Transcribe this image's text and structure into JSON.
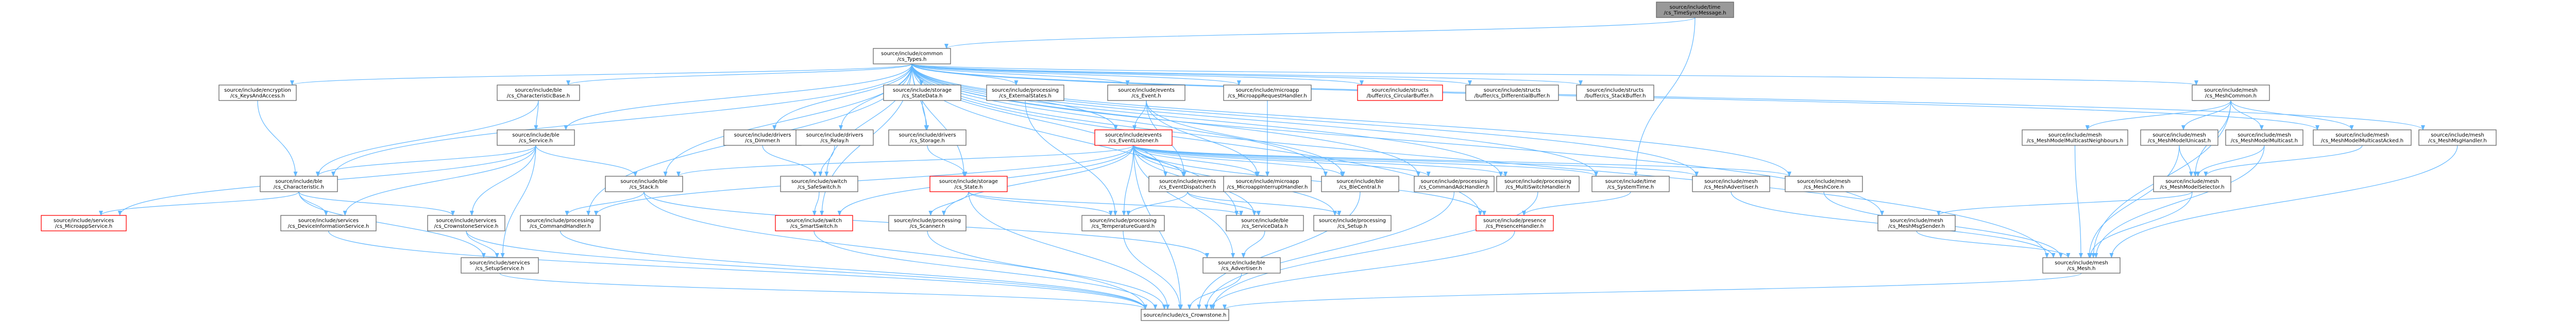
{
  "title": "",
  "colors": {
    "edge": "#63b8ff",
    "border": "#666666",
    "root_fill": "#999999",
    "highlight_border": "#ff0000"
  },
  "nodes": [
    {
      "id": "root",
      "lines": [
        "source/include/time",
        "/cs_TimeSyncMessage.h"
      ],
      "style": "root"
    },
    {
      "id": "types",
      "lines": [
        "source/include/common",
        "/cs_Types.h"
      ]
    },
    {
      "id": "keys",
      "lines": [
        "source/include/encryption",
        "/cs_KeysAndAccess.h"
      ]
    },
    {
      "id": "charbase",
      "lines": [
        "source/include/ble",
        "/cs_CharacteristicBase.h"
      ]
    },
    {
      "id": "statedata",
      "lines": [
        "source/include/storage",
        "/cs_StateData.h"
      ]
    },
    {
      "id": "extstates",
      "lines": [
        "source/include/processing",
        "/cs_ExternalStates.h"
      ]
    },
    {
      "id": "event",
      "lines": [
        "source/include/events",
        "/cs_Event.h"
      ]
    },
    {
      "id": "microreq",
      "lines": [
        "source/include/microapp",
        "/cs_MicroappRequestHandler.h"
      ]
    },
    {
      "id": "circbuf",
      "lines": [
        "source/include/structs",
        "/buffer/cs_CircularBuffer.h"
      ],
      "style": "red"
    },
    {
      "id": "diffbuf",
      "lines": [
        "source/include/structs",
        "/buffer/cs_DifferentialBuffer.h"
      ]
    },
    {
      "id": "stackbuf",
      "lines": [
        "source/include/structs",
        "/buffer/cs_StackBuffer.h"
      ]
    },
    {
      "id": "meshcommon",
      "lines": [
        "source/include/mesh",
        "/cs_MeshCommon.h"
      ]
    },
    {
      "id": "service",
      "lines": [
        "source/include/ble",
        "/cs_Service.h"
      ]
    },
    {
      "id": "dimmer",
      "lines": [
        "source/include/drivers",
        "/cs_Dimmer.h"
      ]
    },
    {
      "id": "relay",
      "lines": [
        "source/include/drivers",
        "/cs_Relay.h"
      ]
    },
    {
      "id": "storage",
      "lines": [
        "source/include/drivers",
        "/cs_Storage.h"
      ]
    },
    {
      "id": "listener",
      "lines": [
        "source/include/events",
        "/cs_EventListener.h"
      ],
      "style": "red"
    },
    {
      "id": "mcneigh",
      "lines": [
        "source/include/mesh",
        "/cs_MeshModelMulticastNeighbours.h"
      ]
    },
    {
      "id": "unicast",
      "lines": [
        "source/include/mesh",
        "/cs_MeshModelUnicast.h"
      ]
    },
    {
      "id": "multicast",
      "lines": [
        "source/include/mesh",
        "/cs_MeshModelMulticast.h"
      ]
    },
    {
      "id": "mcacked",
      "lines": [
        "source/include/mesh",
        "/cs_MeshModelMulticastAcked.h"
      ]
    },
    {
      "id": "msghandler",
      "lines": [
        "source/include/mesh",
        "/cs_MeshMsgHandler.h"
      ]
    },
    {
      "id": "characteristic",
      "lines": [
        "source/include/ble",
        "/cs_Characteristic.h"
      ]
    },
    {
      "id": "stack",
      "lines": [
        "source/include/ble",
        "/cs_Stack.h"
      ]
    },
    {
      "id": "safeswitch",
      "lines": [
        "source/include/switch",
        "/cs_SafeSwitch.h"
      ]
    },
    {
      "id": "state",
      "lines": [
        "source/include/storage",
        "/cs_State.h"
      ],
      "style": "red"
    },
    {
      "id": "dispatcher",
      "lines": [
        "source/include/events",
        "/cs_EventDispatcher.h"
      ]
    },
    {
      "id": "microint",
      "lines": [
        "source/include/microapp",
        "/cs_MicroappInterruptHandler.h"
      ]
    },
    {
      "id": "blecentral",
      "lines": [
        "source/include/ble",
        "/cs_BleCentral.h"
      ]
    },
    {
      "id": "cmdadc",
      "lines": [
        "source/include/processing",
        "/cs_CommandAdcHandler.h"
      ]
    },
    {
      "id": "multiswitch",
      "lines": [
        "source/include/processing",
        "/cs_MultiSwitchHandler.h"
      ]
    },
    {
      "id": "systime",
      "lines": [
        "source/include/time",
        "/cs_SystemTime.h"
      ]
    },
    {
      "id": "advertiser_mesh",
      "lines": [
        "source/include/mesh",
        "/cs_MeshAdvertiser.h"
      ]
    },
    {
      "id": "meshcore",
      "lines": [
        "source/include/mesh",
        "/cs_MeshCore.h"
      ]
    },
    {
      "id": "selector",
      "lines": [
        "source/include/mesh",
        "/cs_MeshModelSelector.h"
      ]
    },
    {
      "id": "microsvc",
      "lines": [
        "source/include/services",
        "/cs_MicroappService.h"
      ],
      "style": "red"
    },
    {
      "id": "devinfo",
      "lines": [
        "source/include/services",
        "/cs_DeviceInformationService.h"
      ]
    },
    {
      "id": "crownsvc",
      "lines": [
        "source/include/services",
        "/cs_CrownstoneService.h"
      ]
    },
    {
      "id": "cmdhandler",
      "lines": [
        "source/include/processing",
        "/cs_CommandHandler.h"
      ]
    },
    {
      "id": "smartswitch",
      "lines": [
        "source/include/switch",
        "/cs_SmartSwitch.h"
      ],
      "style": "red"
    },
    {
      "id": "scanner",
      "lines": [
        "source/include/processing",
        "/cs_Scanner.h"
      ]
    },
    {
      "id": "tempguard",
      "lines": [
        "source/include/processing",
        "/cs_TemperatureGuard.h"
      ]
    },
    {
      "id": "servicedata",
      "lines": [
        "source/include/ble",
        "/cs_ServiceData.h"
      ]
    },
    {
      "id": "setup",
      "lines": [
        "source/include/processing",
        "/cs_Setup.h"
      ]
    },
    {
      "id": "presence",
      "lines": [
        "source/include/presence",
        "/cs_PresenceHandler.h"
      ],
      "style": "red"
    },
    {
      "id": "msgsender",
      "lines": [
        "source/include/mesh",
        "/cs_MeshMsgSender.h"
      ]
    },
    {
      "id": "setupsvc",
      "lines": [
        "source/include/services",
        "/cs_SetupService.h"
      ]
    },
    {
      "id": "advertiser",
      "lines": [
        "source/include/ble",
        "/cs_Advertiser.h"
      ]
    },
    {
      "id": "mesh",
      "lines": [
        "source/include/mesh",
        "/cs_Mesh.h"
      ]
    },
    {
      "id": "crownstone",
      "lines": [
        "source/include/cs_Crownstone.h"
      ]
    }
  ],
  "edges": [
    [
      "root",
      "types"
    ],
    [
      "root",
      "systime"
    ],
    [
      "types",
      "keys"
    ],
    [
      "types",
      "charbase"
    ],
    [
      "types",
      "statedata"
    ],
    [
      "types",
      "extstates"
    ],
    [
      "types",
      "event"
    ],
    [
      "types",
      "microreq"
    ],
    [
      "types",
      "circbuf"
    ],
    [
      "types",
      "diffbuf"
    ],
    [
      "types",
      "stackbuf"
    ],
    [
      "types",
      "meshcommon"
    ],
    [
      "types",
      "service"
    ],
    [
      "types",
      "dimmer"
    ],
    [
      "types",
      "relay"
    ],
    [
      "types",
      "storage"
    ],
    [
      "types",
      "listener"
    ],
    [
      "types",
      "mcacked"
    ],
    [
      "types",
      "msghandler"
    ],
    [
      "types",
      "characteristic"
    ],
    [
      "types",
      "stack"
    ],
    [
      "types",
      "safeswitch"
    ],
    [
      "types",
      "state"
    ],
    [
      "types",
      "dispatcher"
    ],
    [
      "types",
      "blecentral"
    ],
    [
      "types",
      "cmdadc"
    ],
    [
      "types",
      "multiswitch"
    ],
    [
      "types",
      "systime"
    ],
    [
      "types",
      "advertiser_mesh"
    ],
    [
      "types",
      "meshcore"
    ],
    [
      "types",
      "cmdhandler"
    ],
    [
      "types",
      "smartswitch"
    ],
    [
      "types",
      "servicedata"
    ],
    [
      "types",
      "presence"
    ],
    [
      "types",
      "msgsender"
    ],
    [
      "types",
      "mesh"
    ],
    [
      "keys",
      "characteristic"
    ],
    [
      "charbase",
      "characteristic"
    ],
    [
      "charbase",
      "service"
    ],
    [
      "statedata",
      "storage"
    ],
    [
      "storage",
      "state"
    ],
    [
      "extstates",
      "tempguard"
    ],
    [
      "event",
      "listener"
    ],
    [
      "event",
      "dispatcher"
    ],
    [
      "event",
      "microint"
    ],
    [
      "event",
      "blecentral"
    ],
    [
      "microreq",
      "microint"
    ],
    [
      "meshcommon",
      "mcneigh"
    ],
    [
      "meshcommon",
      "unicast"
    ],
    [
      "meshcommon",
      "multicast"
    ],
    [
      "meshcommon",
      "mcacked"
    ],
    [
      "meshcommon",
      "selector"
    ],
    [
      "meshcommon",
      "mesh"
    ],
    [
      "service",
      "characteristic"
    ],
    [
      "service",
      "stack"
    ],
    [
      "service",
      "microsvc"
    ],
    [
      "service",
      "devinfo"
    ],
    [
      "service",
      "crownsvc"
    ],
    [
      "service",
      "setupsvc"
    ],
    [
      "dimmer",
      "safeswitch"
    ],
    [
      "relay",
      "safeswitch"
    ],
    [
      "safeswitch",
      "smartswitch"
    ],
    [
      "listener",
      "stack"
    ],
    [
      "listener",
      "cmdhandler"
    ],
    [
      "listener",
      "smartswitch"
    ],
    [
      "listener",
      "scanner"
    ],
    [
      "listener",
      "tempguard"
    ],
    [
      "listener",
      "servicedata"
    ],
    [
      "listener",
      "setup"
    ],
    [
      "listener",
      "presence"
    ],
    [
      "listener",
      "microint"
    ],
    [
      "listener",
      "blecentral"
    ],
    [
      "listener",
      "cmdadc"
    ],
    [
      "listener",
      "multiswitch"
    ],
    [
      "listener",
      "systime"
    ],
    [
      "listener",
      "advertiser_mesh"
    ],
    [
      "listener",
      "meshcore"
    ],
    [
      "listener",
      "crownstone"
    ],
    [
      "listener",
      "advertiser"
    ],
    [
      "listener",
      "dispatcher"
    ],
    [
      "mcneigh",
      "mesh"
    ],
    [
      "unicast",
      "selector"
    ],
    [
      "unicast",
      "mesh"
    ],
    [
      "multicast",
      "selector"
    ],
    [
      "multicast",
      "mesh"
    ],
    [
      "mcacked",
      "selector"
    ],
    [
      "msghandler",
      "mesh"
    ],
    [
      "characteristic",
      "microsvc"
    ],
    [
      "characteristic",
      "devinfo"
    ],
    [
      "characteristic",
      "crownsvc"
    ],
    [
      "characteristic",
      "setupsvc"
    ],
    [
      "stack",
      "cmdhandler"
    ],
    [
      "stack",
      "advertiser"
    ],
    [
      "stack",
      "crownstone"
    ],
    [
      "state",
      "scanner"
    ],
    [
      "state",
      "tempguard"
    ],
    [
      "state",
      "servicedata"
    ],
    [
      "state",
      "crownstone"
    ],
    [
      "dispatcher",
      "tempguard"
    ],
    [
      "dispatcher",
      "servicedata"
    ],
    [
      "dispatcher",
      "setup"
    ],
    [
      "blecentral",
      "crownstone"
    ],
    [
      "cmdadc",
      "crownstone"
    ],
    [
      "multiswitch",
      "crownstone"
    ],
    [
      "systime",
      "presence"
    ],
    [
      "advertiser_mesh",
      "mesh"
    ],
    [
      "meshcore",
      "mesh"
    ],
    [
      "selector",
      "msgsender"
    ],
    [
      "selector",
      "mesh"
    ],
    [
      "crownsvc",
      "setupsvc"
    ],
    [
      "crownsvc",
      "crownstone"
    ],
    [
      "devinfo",
      "crownstone"
    ],
    [
      "cmdhandler",
      "crownstone"
    ],
    [
      "smartswitch",
      "crownstone"
    ],
    [
      "scanner",
      "crownstone"
    ],
    [
      "tempguard",
      "crownstone"
    ],
    [
      "servicedata",
      "advertiser"
    ],
    [
      "setupsvc",
      "crownstone"
    ],
    [
      "advertiser",
      "crownstone"
    ],
    [
      "presence",
      "crownstone"
    ],
    [
      "msgsender",
      "mesh"
    ],
    [
      "mesh",
      "crownstone"
    ]
  ]
}
